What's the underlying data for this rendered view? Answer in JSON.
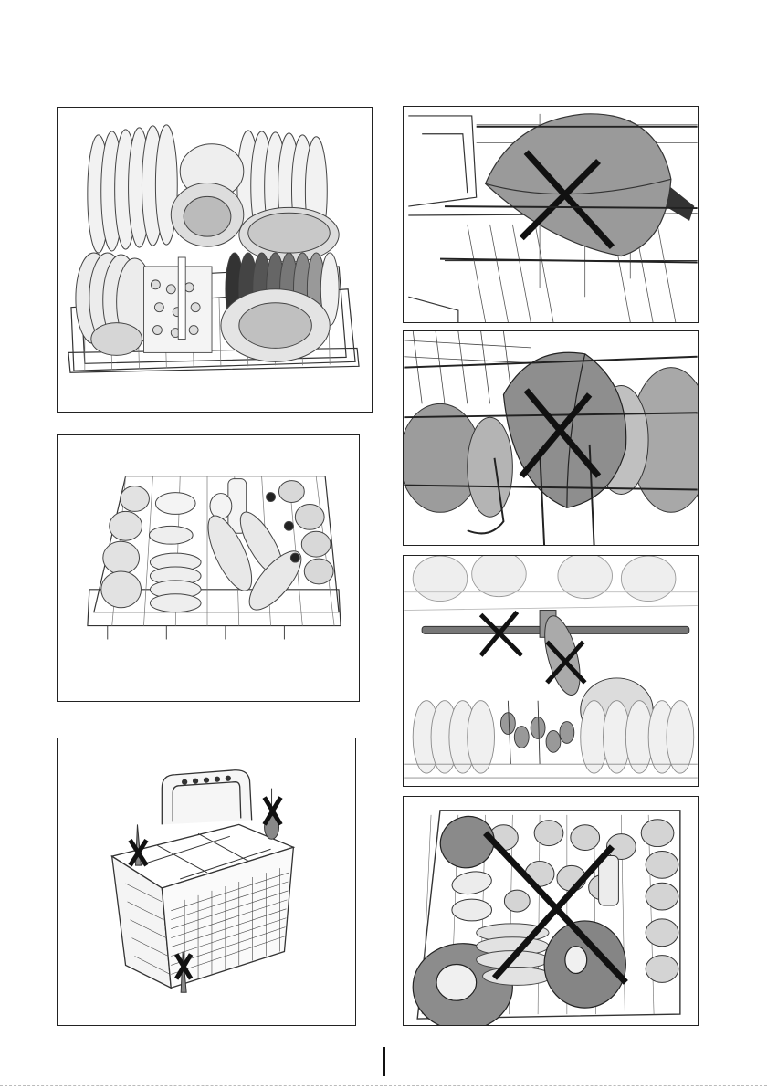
{
  "panels": [
    {
      "id": "lower-basket-correct",
      "marked_incorrect": false
    },
    {
      "id": "upper-basket-correct",
      "marked_incorrect": false
    },
    {
      "id": "cutlery-basket",
      "marked_incorrect": true
    },
    {
      "id": "bowl-blocking-upper-rack",
      "marked_incorrect": true
    },
    {
      "id": "bowl-across-rack-wires",
      "marked_incorrect": true
    },
    {
      "id": "items-blocking-spray-arm",
      "marked_incorrect": true
    },
    {
      "id": "upper-basket-overloaded",
      "marked_incorrect": true
    }
  ],
  "colors": {
    "ink": "#222222",
    "shade": "#9a9a9a",
    "dark_shade": "#6e6e6e",
    "light": "#e6e6e6",
    "cross": "#111111"
  }
}
